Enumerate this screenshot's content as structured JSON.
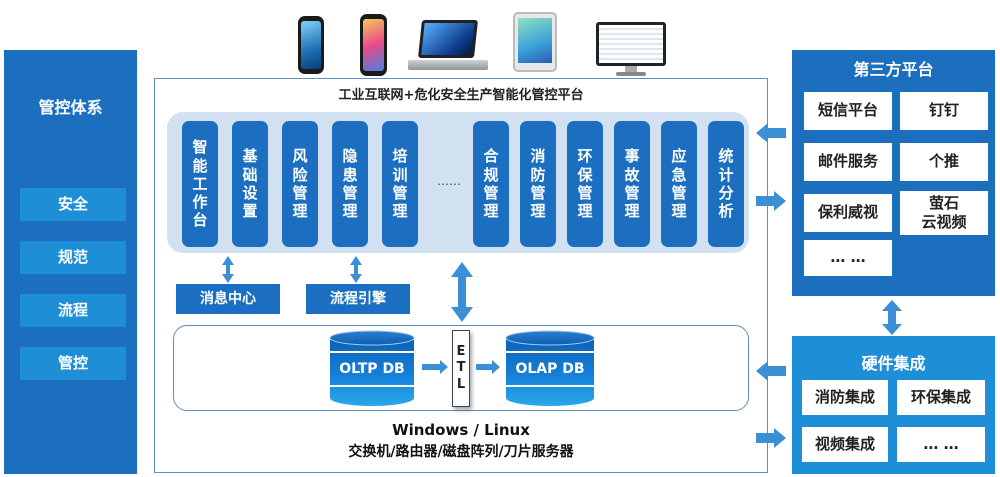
{
  "left": {
    "title": "管控体系",
    "items": [
      "安全",
      "规范",
      "流程",
      "管控"
    ]
  },
  "devices": [
    "phone-icon",
    "phone-icon",
    "laptop-icon",
    "tablet-icon",
    "monitor-icon"
  ],
  "platform": {
    "title": "工业互联网+危化安全生产智能化管控平台",
    "modules_left": [
      "智能工作台",
      "基础设置",
      "风险管理",
      "隐患管理",
      "培训管理"
    ],
    "ellipsis": "……",
    "modules_right": [
      "合规管理",
      "消防管理",
      "环保管理",
      "事故管理",
      "应急管理",
      "统计分析"
    ],
    "message_center": "消息中心",
    "workflow_engine": "流程引擎",
    "oltp": "OLTP DB",
    "etl": [
      "E",
      "T",
      "L"
    ],
    "olap": "OLAP DB",
    "os": "Windows / Linux",
    "hardware": "交换机/路由器/磁盘阵列/刀片服务器"
  },
  "third_party": {
    "title": "第三方平台",
    "items": [
      "短信平台",
      "钉钉",
      "邮件服务",
      "个推",
      "保利威视",
      "萤石\n云视频",
      "… …"
    ]
  },
  "hardware_integration": {
    "title": "硬件集成",
    "items": [
      "消防集成",
      "环保集成",
      "视频集成",
      "… …"
    ]
  },
  "colors": {
    "dark_blue": "#1c6fbf",
    "light_blue": "#1e8fd6",
    "arrow": "#3b8fd4",
    "band": "#d2e1f2"
  }
}
